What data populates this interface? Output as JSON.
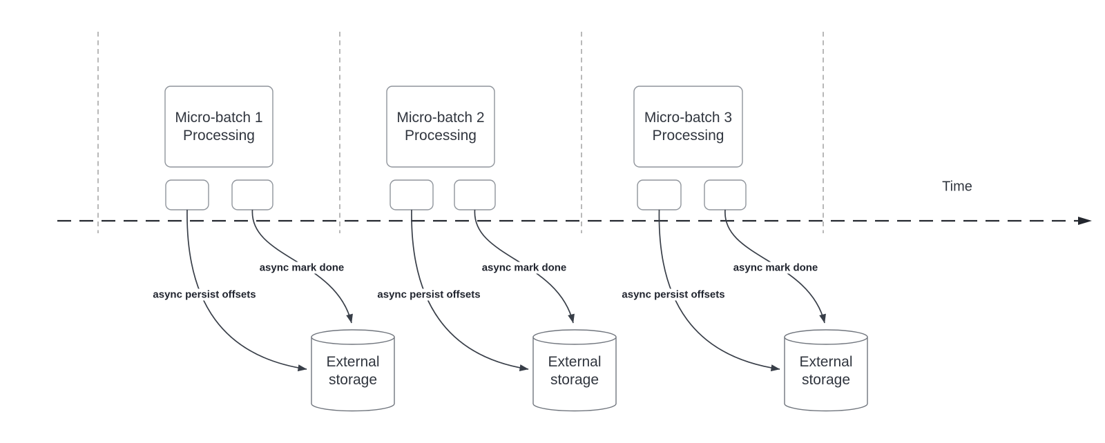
{
  "diagram": {
    "time_axis": {
      "label": "Time"
    },
    "sections": [
      {
        "processing_label_line1": "Micro-batch 1",
        "processing_label_line2": "Processing",
        "persist_arrow_label": "async persist offsets",
        "mark_done_arrow_label": "async mark done",
        "storage_label_line1": "External",
        "storage_label_line2": "storage"
      },
      {
        "processing_label_line1": "Micro-batch 2",
        "processing_label_line2": "Processing",
        "persist_arrow_label": "async persist offsets",
        "mark_done_arrow_label": "async mark done",
        "storage_label_line1": "External",
        "storage_label_line2": "storage"
      },
      {
        "processing_label_line1": "Micro-batch 3",
        "processing_label_line2": "Processing",
        "persist_arrow_label": "async persist offsets",
        "mark_done_arrow_label": "async mark done",
        "storage_label_line1": "External",
        "storage_label_line2": "storage"
      }
    ],
    "colors": {
      "background": "#ffffff",
      "box_border": "#8f949b",
      "cylinder_border": "#70757d",
      "arrow_stroke": "#383e48",
      "timeline_stroke": "#23272e",
      "guide_stroke": "#a6a6a6",
      "node_text": "#30353e",
      "arrow_label_text": "#20242e"
    }
  }
}
